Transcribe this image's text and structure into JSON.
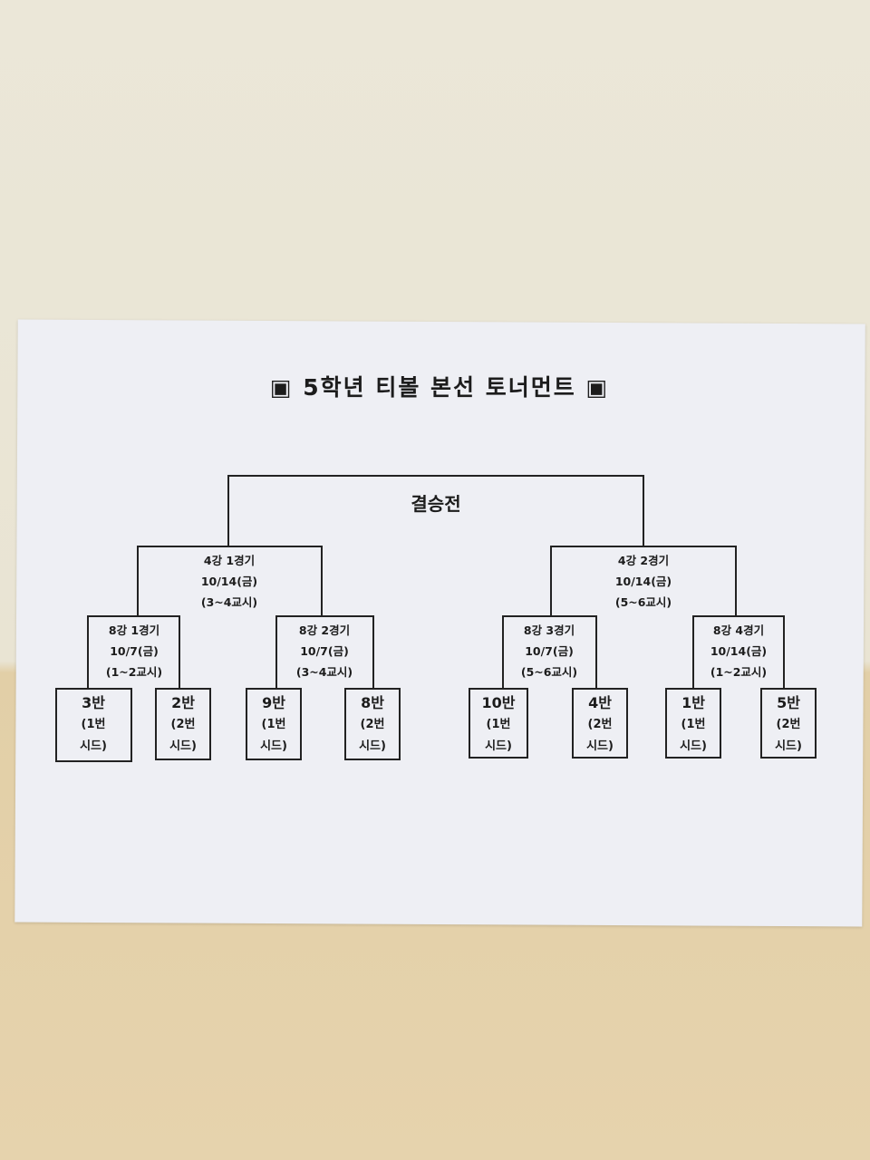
{
  "title": "▣ 5학년 티볼 본선 토너먼트 ▣",
  "final": "결승전",
  "semifinals": [
    {
      "name": "4강 1경기",
      "date": "10/14(금)",
      "period": "(3~4교시)"
    },
    {
      "name": "4강 2경기",
      "date": "10/14(금)",
      "period": "(5~6교시)"
    }
  ],
  "quarterfinals": [
    {
      "name": "8강 1경기",
      "date": "10/7(금)",
      "period": "(1~2교시)"
    },
    {
      "name": "8강 2경기",
      "date": "10/7(금)",
      "period": "(3~4교시)"
    },
    {
      "name": "8강 3경기",
      "date": "10/7(금)",
      "period": "(5~6교시)"
    },
    {
      "name": "8강 4경기",
      "date": "10/14(금)",
      "period": "(1~2교시)"
    }
  ],
  "teams": [
    {
      "name": "3반",
      "seed1": "(1번",
      "seed2": "시드)"
    },
    {
      "name": "2반",
      "seed1": "(2번",
      "seed2": "시드)"
    },
    {
      "name": "9반",
      "seed1": "(1번",
      "seed2": "시드)"
    },
    {
      "name": "8반",
      "seed1": "(2번",
      "seed2": "시드)"
    },
    {
      "name": "10반",
      "seed1": "(1번",
      "seed2": "시드)"
    },
    {
      "name": "4반",
      "seed1": "(2번",
      "seed2": "시드)"
    },
    {
      "name": "1반",
      "seed1": "(1번",
      "seed2": "시드)"
    },
    {
      "name": "5반",
      "seed1": "(2번",
      "seed2": "시드)"
    }
  ]
}
